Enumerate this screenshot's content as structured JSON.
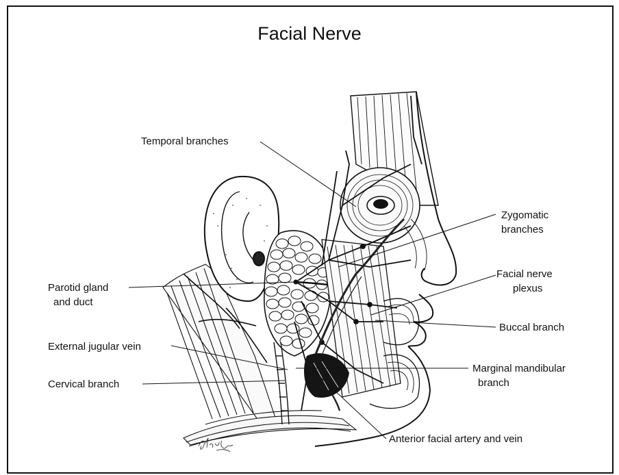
{
  "title": "Facial Nerve",
  "labels": {
    "temporal": "Temporal branches",
    "zygomatic_1": "Zygomatic",
    "zygomatic_2": "branches",
    "plexus_1": "Facial nerve",
    "plexus_2": "plexus",
    "parotid_1": "Parotid gland",
    "parotid_2": "and duct",
    "buccal": "Buccal branch",
    "jugular": "External jugular vein",
    "marginal_1": "Marginal mandibular",
    "marginal_2": "branch",
    "cervical": "Cervical branch",
    "artery": "Anterior facial artery and vein"
  },
  "signature": "Glenda King",
  "colors": {
    "ink": "#111111",
    "paper": "#ffffff",
    "vessel": "#222222"
  }
}
